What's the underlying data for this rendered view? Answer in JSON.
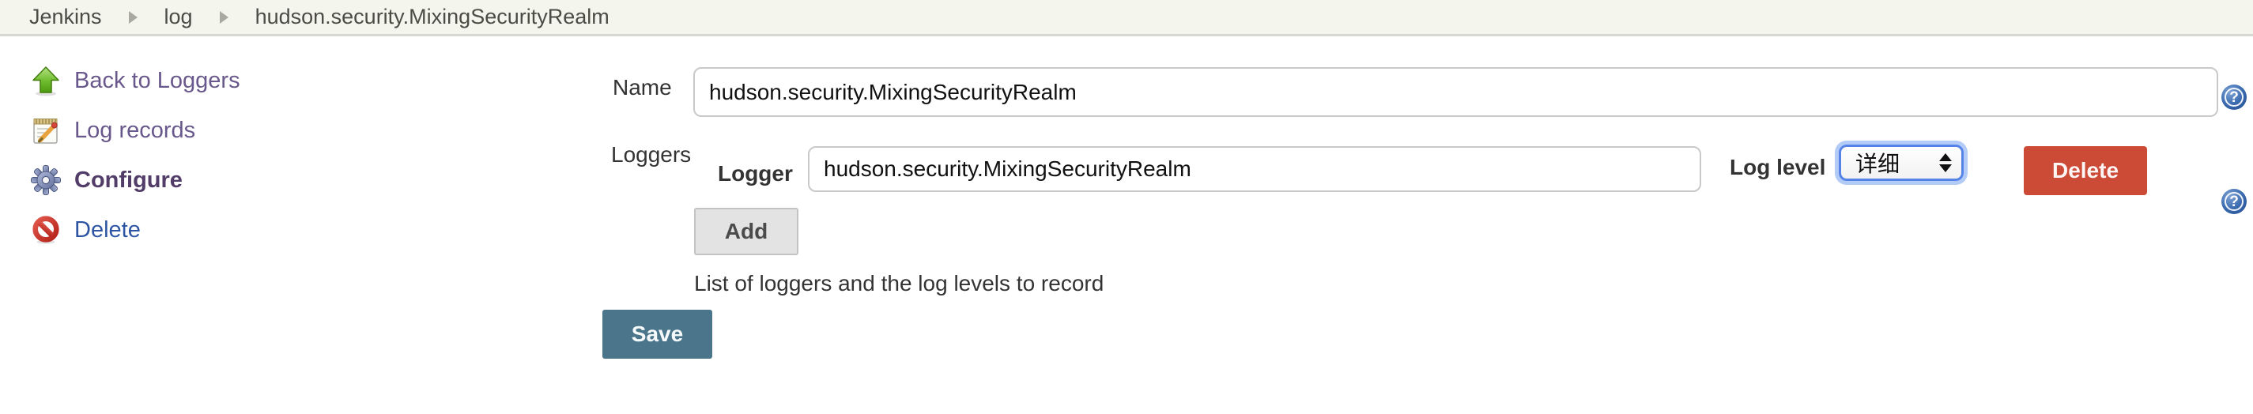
{
  "breadcrumb": {
    "items": [
      {
        "label": "Jenkins"
      },
      {
        "label": "log"
      },
      {
        "label": "hudson.security.MixingSecurityRealm"
      }
    ]
  },
  "sidebar": {
    "items": [
      {
        "label": "Back to Loggers",
        "icon": "up-arrow-icon"
      },
      {
        "label": "Log records",
        "icon": "notepad-pencil-icon"
      },
      {
        "label": "Configure",
        "icon": "gear-icon"
      },
      {
        "label": "Delete",
        "icon": "no-entry-icon"
      }
    ]
  },
  "form": {
    "name": {
      "label": "Name",
      "value": "hudson.security.MixingSecurityRealm"
    },
    "loggers": {
      "label": "Loggers",
      "row": {
        "logger_label": "Logger",
        "logger_value": "hudson.security.MixingSecurityRealm",
        "log_level_label": "Log level",
        "log_level_value": "详细",
        "delete_label": "Delete"
      },
      "add_label": "Add",
      "help_text": "List of loggers and the log levels to record"
    },
    "save_label": "Save"
  },
  "colors": {
    "breadcrumb_bg": "#f4f6ee",
    "primary_button": "#4b758b",
    "danger_button": "#cc4b37",
    "grey_button": "#e3e3e3",
    "link_purple": "#69588b",
    "link_bold_purple": "#523d68",
    "link_blue": "#2d55a3",
    "select_focus_ring": "#b3cbf7",
    "help_icon_blue": "#2a5599"
  }
}
